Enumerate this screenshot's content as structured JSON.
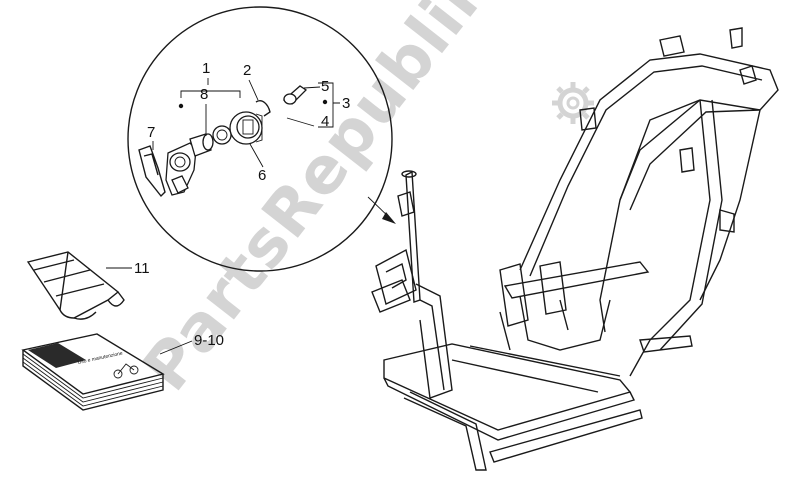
{
  "watermark": {
    "text": "PartsRepublik",
    "icon": "gear-icon",
    "color": "#d4d4d4"
  },
  "callouts": {
    "c1": "1",
    "c2": "2",
    "c3": "3",
    "c4": "4",
    "c5": "5",
    "c6": "6",
    "c7": "7",
    "c8": "8",
    "c11": "11",
    "c9_10": "9-10"
  },
  "manual_cover": {
    "line1": "Uso e manutenzione"
  },
  "colors": {
    "line": "#1a1a1a",
    "background": "#ffffff",
    "watermark": "#d4d4d4"
  }
}
